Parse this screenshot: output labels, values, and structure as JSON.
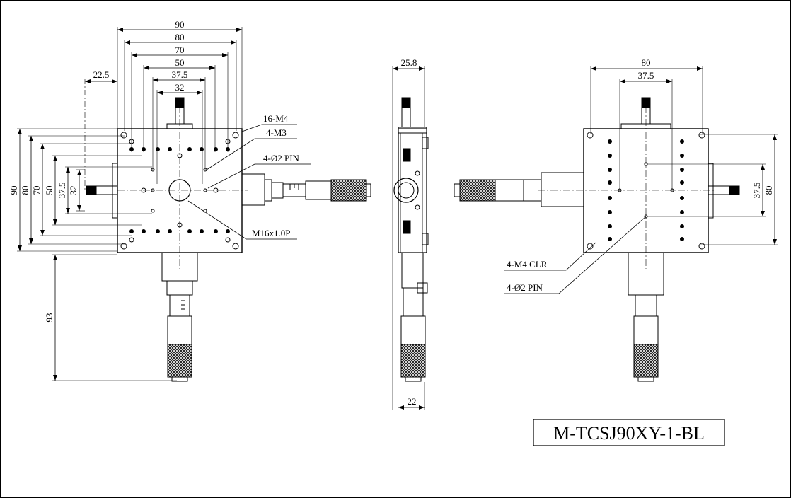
{
  "front_view": {
    "dims_top": [
      "90",
      "80",
      "70",
      "50",
      "37.5",
      "32"
    ],
    "dim_offset": "22.5",
    "dims_left": [
      "90",
      "80",
      "70",
      "50",
      "37.5",
      "32"
    ],
    "dim_height": "93",
    "callouts": [
      "16-M4",
      "4-M3",
      "4-Ø2 PIN",
      "M16x1.0P"
    ]
  },
  "side_view": {
    "dim_top": "25.8",
    "dim_bottom": "22"
  },
  "back_view": {
    "dims_top": [
      "80",
      "37.5"
    ],
    "dims_right": [
      "80",
      "37.5"
    ],
    "callouts": [
      "4-M4 CLR",
      "4-Ø2 PIN"
    ]
  },
  "model_name": "M-TCSJ90XY-1-BL"
}
